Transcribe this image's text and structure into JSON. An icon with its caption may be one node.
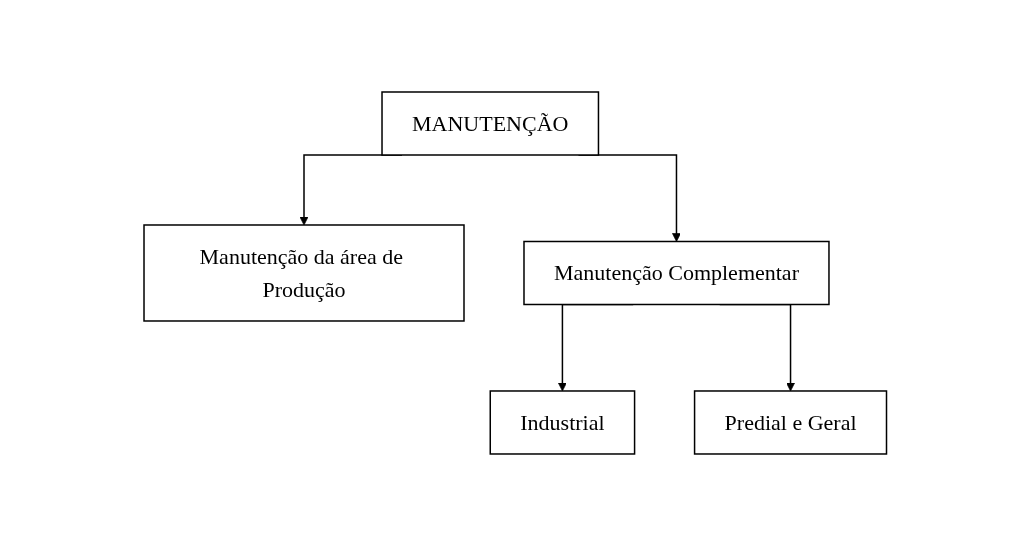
{
  "diagram": {
    "nodes": [
      {
        "text": [
          "MANUTENÇÃO"
        ]
      },
      {
        "text": [
          "Manutenção da área de Produção"
        ]
      },
      {
        "text": [
          "Manutenção Complementar"
        ]
      },
      {
        "text": [
          "Industrial"
        ]
      },
      {
        "text": [
          "Predial e Geral"
        ]
      }
    ],
    "edges": [
      {
        "from": 0,
        "to": 1,
        "arrow": "to"
      },
      {
        "from": 0,
        "to": 2,
        "arrow": "to"
      },
      {
        "from": 2,
        "to": 3,
        "arrow": "to"
      },
      {
        "from": 2,
        "to": 4,
        "arrow": "to"
      }
    ]
  }
}
